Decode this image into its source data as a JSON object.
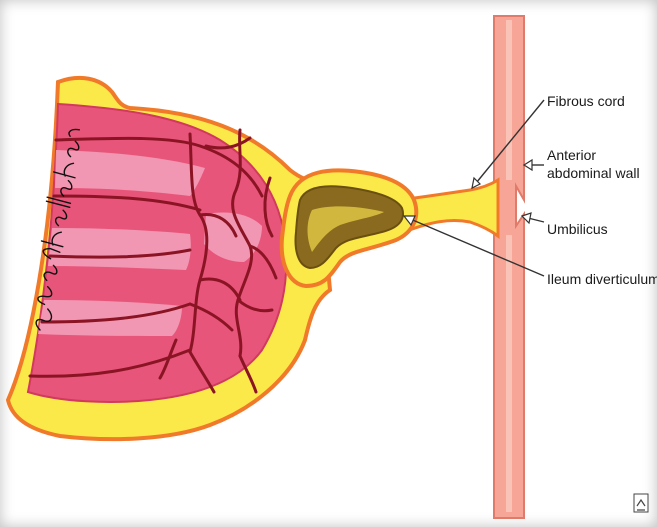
{
  "labels": {
    "fibrous_cord": "Fibrous cord",
    "anterior_abdominal_wall_line1": "Anterior",
    "anterior_abdominal_wall_line2": "abdominal wall",
    "umbilicus": "Umbilicus",
    "ileum_diverticulum": "Ileum diverticulum"
  },
  "signature": "Sharon Kallahan",
  "colors": {
    "bowel_outer": "#fbe94a",
    "bowel_outline": "#f07a2a",
    "mucosa": "#e8557a",
    "mucosa_light": "#f3a3bd",
    "vessels": "#8b1424",
    "diverticulum": "#8a6a1e",
    "abdominal_wall": "#f6a596"
  }
}
